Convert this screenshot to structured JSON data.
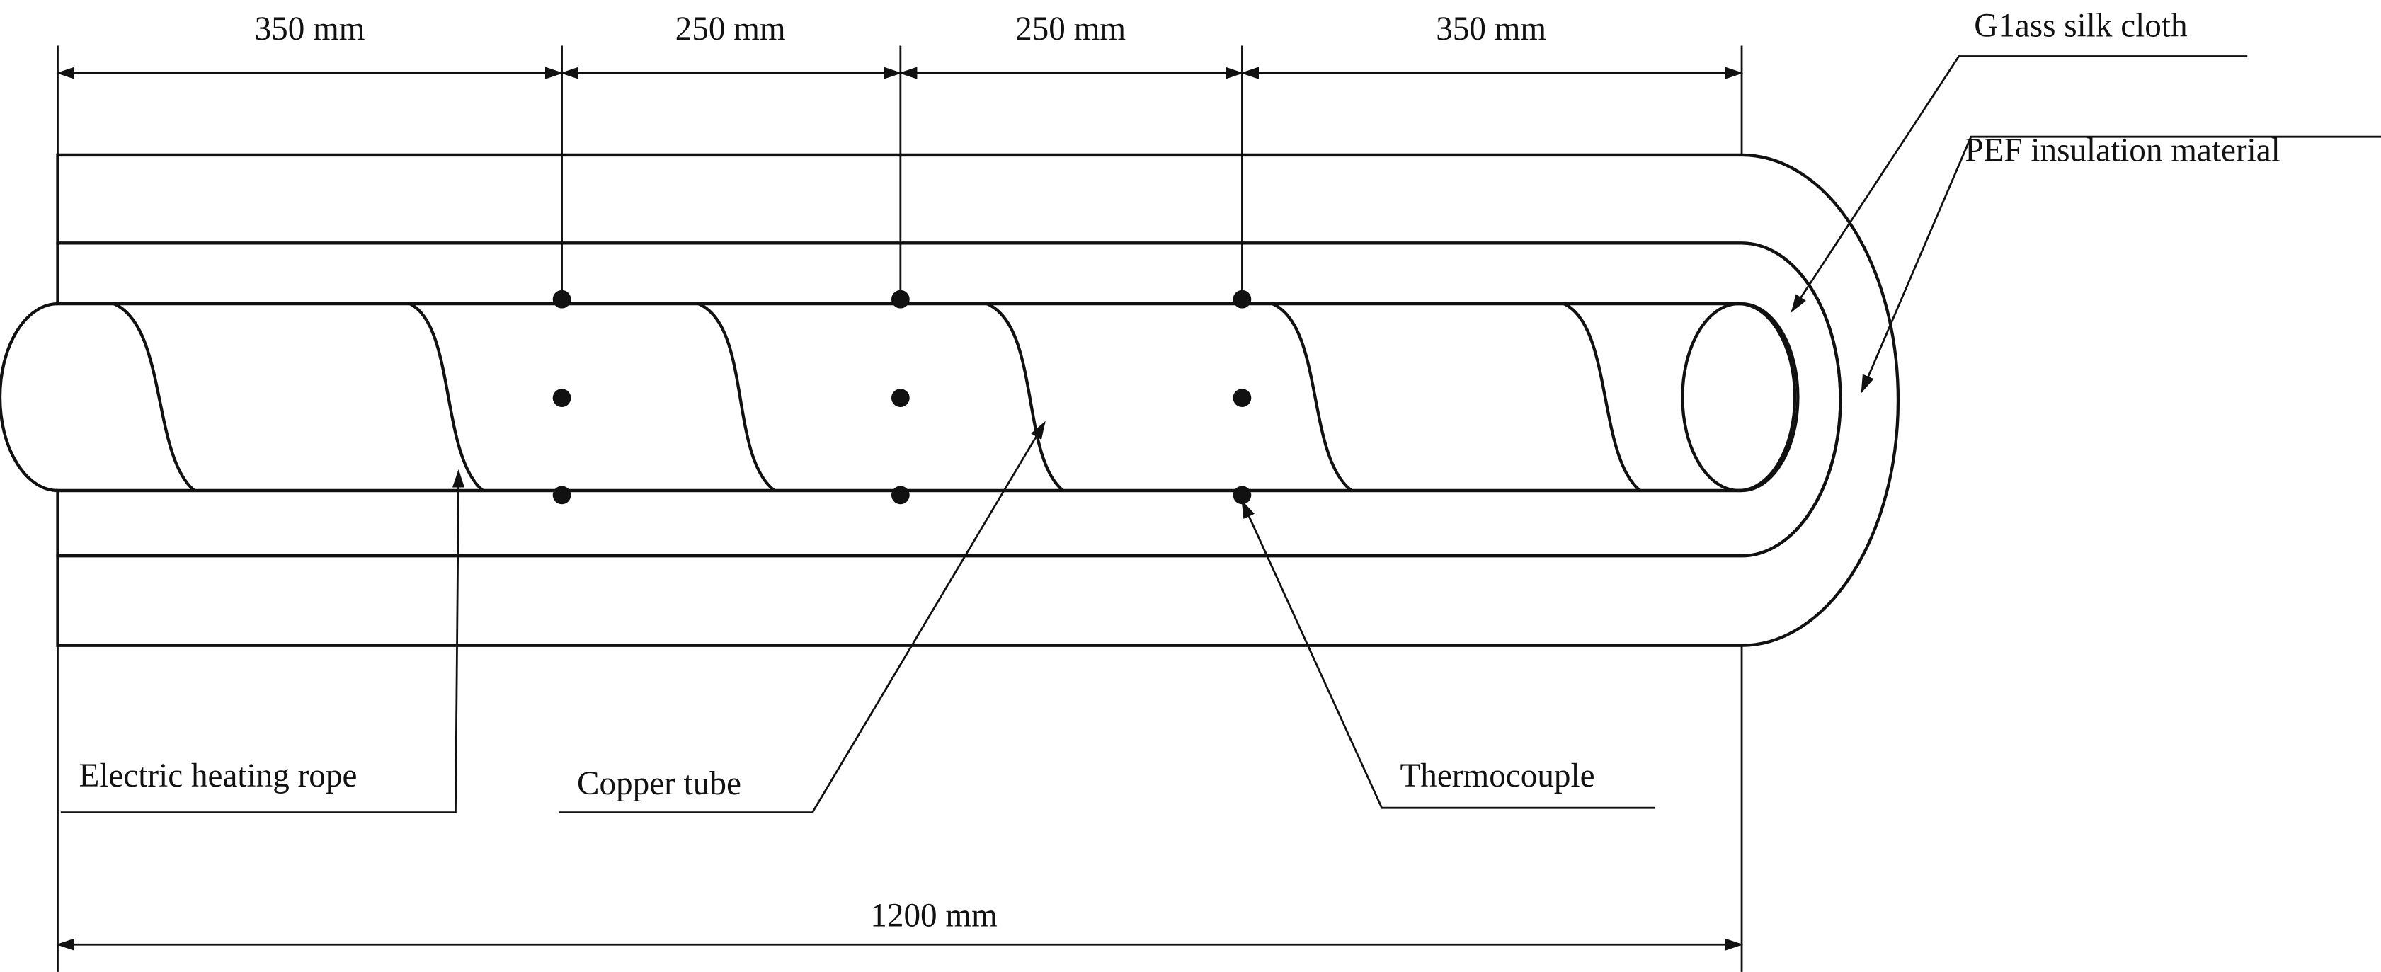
{
  "dimensions": {
    "top": [
      "350 mm",
      "250 mm",
      "250 mm",
      "350 mm"
    ],
    "total": "1200 mm"
  },
  "labels": {
    "glass_silk_cloth": "G1ass silk cloth",
    "pef_insulation": "PEF insulation material",
    "heating_rope": "Electric heating rope",
    "copper_tube": "Copper tube",
    "thermocouple": "Thermocouple"
  },
  "colors": {
    "line": "#111111",
    "background": "#ffffff"
  }
}
